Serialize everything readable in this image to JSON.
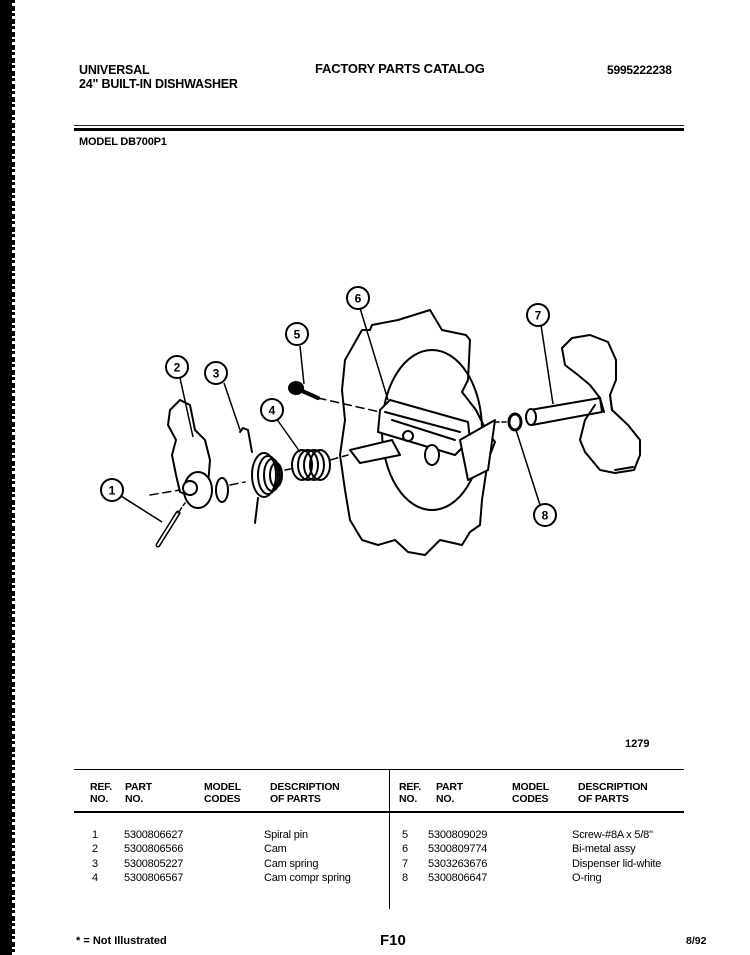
{
  "header": {
    "brand": "UNIVERSAL",
    "product": "24\" BUILT-IN DISHWASHER",
    "catalog_title": "FACTORY PARTS CATALOG",
    "catalog_number": "5995222238",
    "model": "MODEL DB700P1"
  },
  "diagram": {
    "callouts": [
      "1",
      "2",
      "3",
      "4",
      "5",
      "6",
      "7",
      "8"
    ],
    "figure_number": "1279"
  },
  "table": {
    "columns": [
      {
        "line1": "REF.",
        "line2": "NO."
      },
      {
        "line1": "PART",
        "line2": "NO."
      },
      {
        "line1": "MODEL",
        "line2": "CODES"
      },
      {
        "line1": "DESCRIPTION",
        "line2": "OF PARTS"
      }
    ],
    "left_rows": [
      {
        "ref": "1",
        "part": "5300806627",
        "codes": "",
        "desc": "Spiral pin"
      },
      {
        "ref": "2",
        "part": "5300806566",
        "codes": "",
        "desc": "Cam"
      },
      {
        "ref": "3",
        "part": "5300805227",
        "codes": "",
        "desc": "Cam spring"
      },
      {
        "ref": "4",
        "part": "5300806567",
        "codes": "",
        "desc": "Cam compr spring"
      }
    ],
    "right_rows": [
      {
        "ref": "5",
        "part": "5300809029",
        "codes": "",
        "desc": "Screw-#8A x 5/8\""
      },
      {
        "ref": "6",
        "part": "5300809774",
        "codes": "",
        "desc": "Bi-metal assy"
      },
      {
        "ref": "7",
        "part": "5303263676",
        "codes": "",
        "desc": "Dispenser lid-white"
      },
      {
        "ref": "8",
        "part": "5300806647",
        "codes": "",
        "desc": "O-ring"
      }
    ]
  },
  "footer": {
    "note": "* = Not Illustrated",
    "page": "F10",
    "date": "8/92"
  }
}
